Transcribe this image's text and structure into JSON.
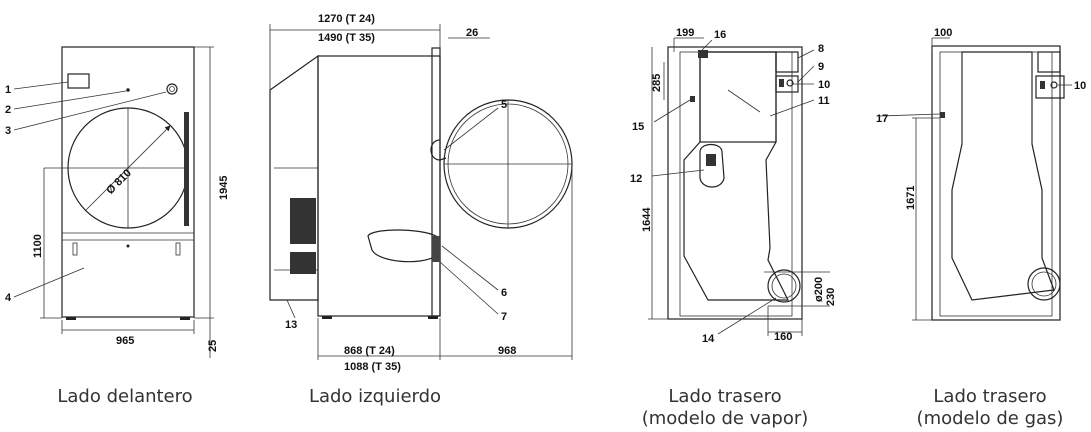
{
  "captions": {
    "front": "Lado delantero",
    "left": "Lado izquierdo",
    "rear_steam_1": "Lado trasero",
    "rear_steam_2": "(modelo de vapor)",
    "rear_gas_1": "Lado trasero",
    "rear_gas_2": "(modelo de gas)"
  },
  "front": {
    "callouts": [
      "1",
      "2",
      "3",
      "4"
    ],
    "dim_diameter": "Ø 810",
    "dim_height_door": "1100",
    "dim_total_height": "1945",
    "dim_width": "965",
    "dim_foot": "25"
  },
  "left": {
    "dim_depth_top_1": "1270 (T 24)",
    "dim_depth_top_2": "1490 (T 35)",
    "dim_top_right": "26",
    "callouts": [
      "5",
      "6",
      "7",
      "13"
    ],
    "dim_depth_bottom_1": "868 (T 24)",
    "dim_depth_bottom_2": "1088 (T 35)",
    "dim_door_open": "968"
  },
  "rear_steam": {
    "dim_top": "199",
    "dim_side": "285",
    "callouts": [
      "8",
      "9",
      "10",
      "11",
      "12",
      "14",
      "15",
      "16"
    ],
    "dim_height": "1644",
    "dim_pipe_dia": "ø200",
    "dim_pipe_h": "230",
    "dim_pipe_w": "160"
  },
  "rear_gas": {
    "dim_top": "100",
    "callouts": [
      "17",
      "10"
    ],
    "dim_height": "1671"
  }
}
